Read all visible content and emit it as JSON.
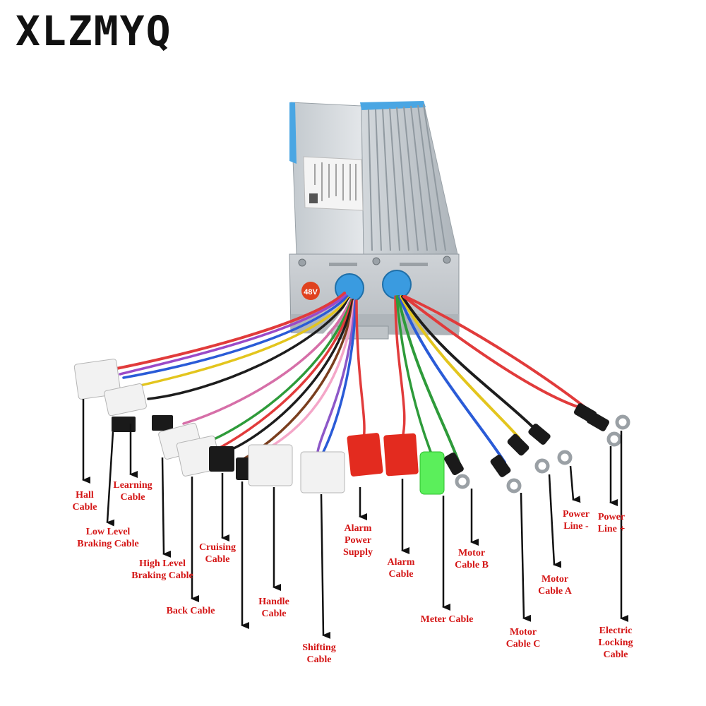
{
  "brand": "XLZMYQ",
  "product": {
    "voltage_badge": "48V"
  },
  "colors": {
    "label": "#d41515",
    "arrow": "#111111",
    "housing": "#c9ced3",
    "cap": "#3a9be0"
  },
  "labels": {
    "hall": [
      "Hall",
      "Cable"
    ],
    "learning": [
      "Learning",
      "Cable"
    ],
    "low_level_braking": [
      "Low Level",
      "Braking Cable"
    ],
    "high_level_braking": [
      "High Level",
      "Braking Cable"
    ],
    "cruising": [
      "Cruising",
      "Cable"
    ],
    "back": [
      "Back Cable"
    ],
    "handle": [
      "Handle",
      "Cable"
    ],
    "shifting": [
      "Shifting",
      "Cable"
    ],
    "alarm_power_supply": [
      "Alarm",
      "Power",
      "Supply"
    ],
    "alarm": [
      "Alarm",
      "Cable"
    ],
    "meter": [
      "Meter Cable"
    ],
    "motor_b": [
      "Motor",
      "Cable B"
    ],
    "motor_c": [
      "Motor",
      "Cable C"
    ],
    "motor_a": [
      "Motor",
      "Cable A"
    ],
    "power_line_minus": [
      "Power",
      "Line -"
    ],
    "power_line_plus": [
      "Power",
      "Line +"
    ],
    "electric_locking": [
      "Electric",
      "Locking",
      "Cable"
    ]
  }
}
